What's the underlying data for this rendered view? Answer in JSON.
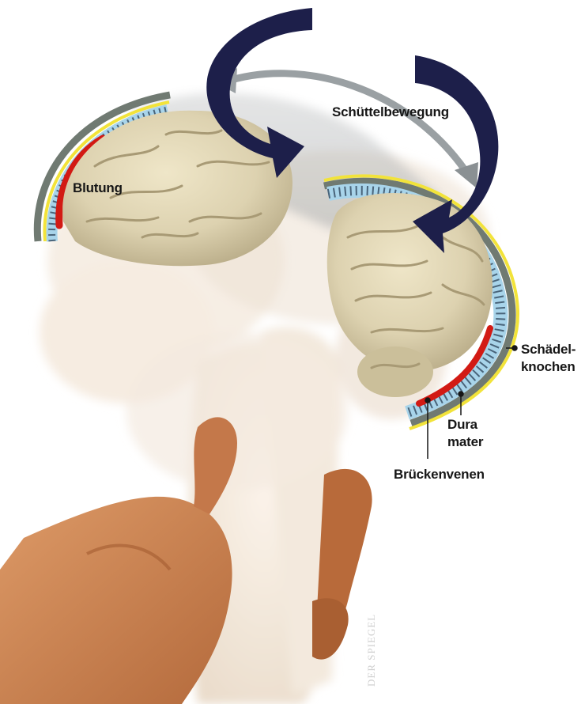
{
  "labels": {
    "motion": "Schüttelbewegung",
    "bleeding": "Blutung",
    "skull_line1": "Schädel-",
    "skull_line2": "knochen",
    "dura_line1": "Dura",
    "dura_line2": "mater",
    "bridging_veins": "Brückenvenen"
  },
  "credit": "DER SPIEGEL",
  "colors": {
    "arrow": "#1d1f4a",
    "skull_bone": "#707a72",
    "dura_mater": "#f2e33a",
    "csf_space": "#a8d4ea",
    "bleeding": "#d21a14",
    "brain": "#ddd2b0",
    "body": "#f1e4d4",
    "hand": "#c97c4a"
  }
}
